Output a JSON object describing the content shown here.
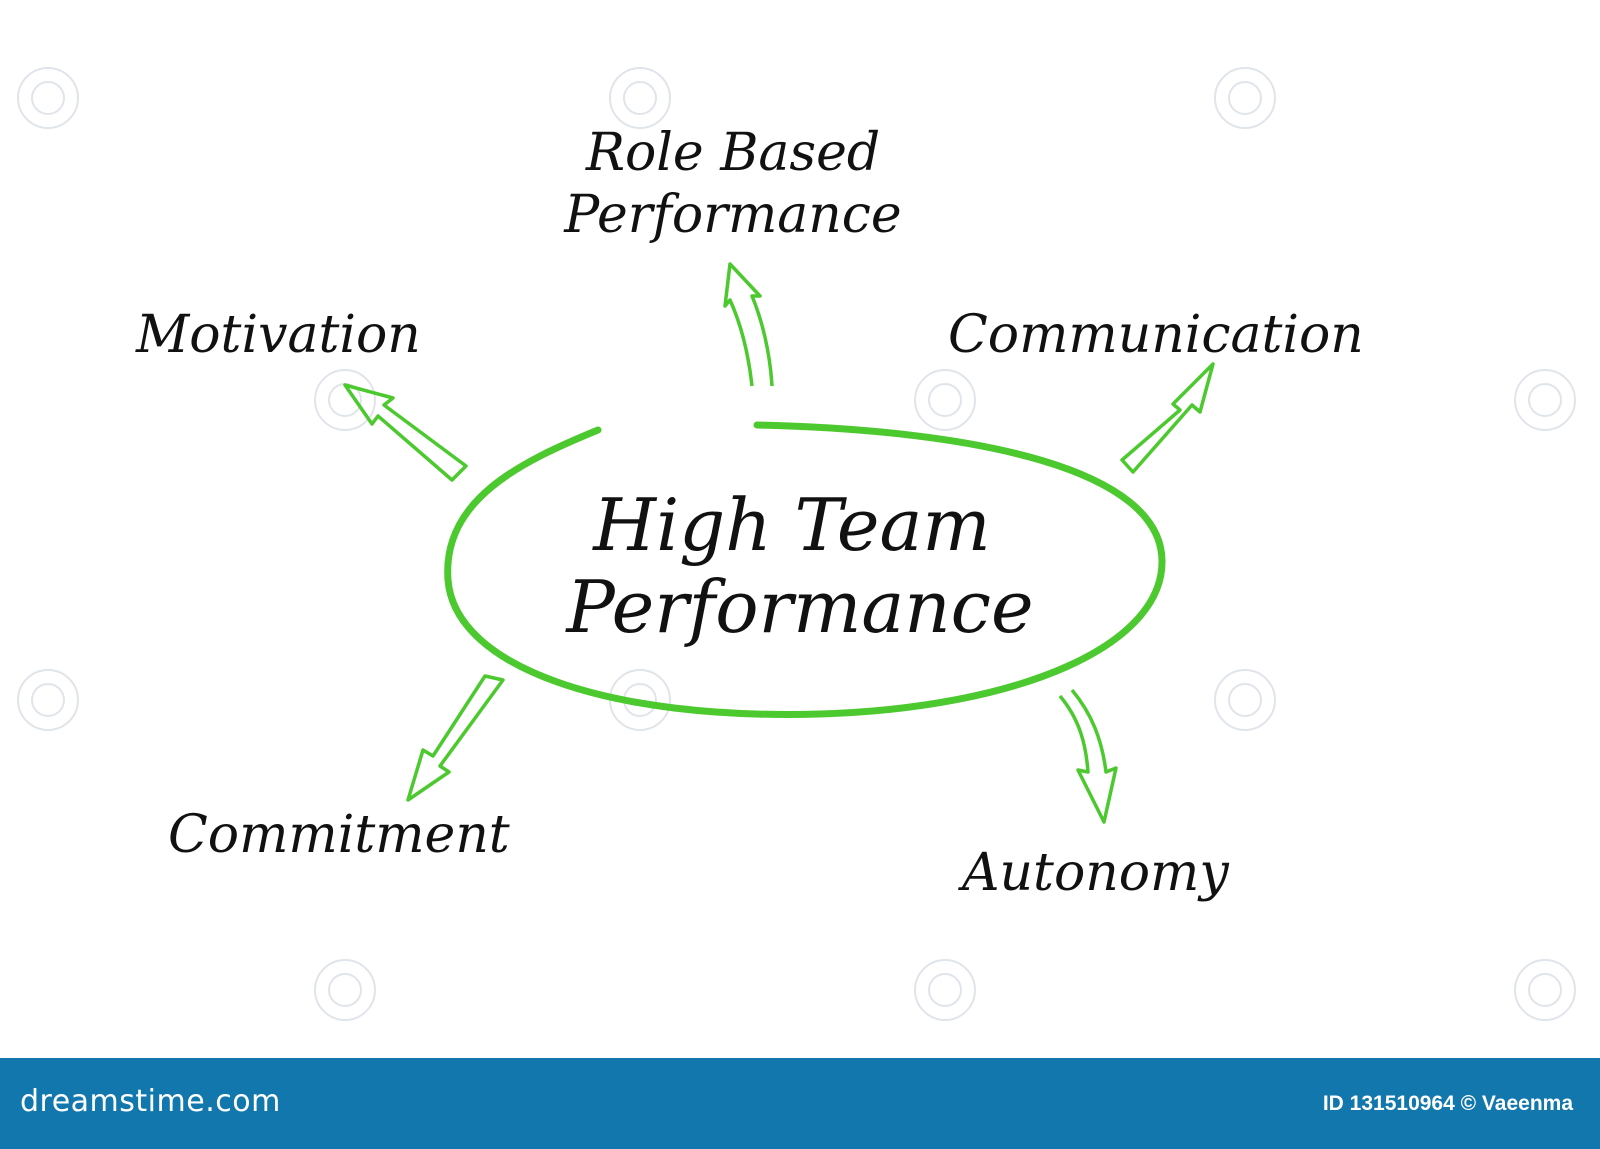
{
  "diagram": {
    "center": {
      "line1": "High Team",
      "line2": "Performance"
    },
    "nodes": {
      "role_based": {
        "line1": "Role Based",
        "line2": "Performance"
      },
      "motivation": {
        "label": "Motivation"
      },
      "communication": {
        "label": "Communication"
      },
      "commitment": {
        "label": "Commitment"
      },
      "autonomy": {
        "label": "Autonomy"
      }
    },
    "colors": {
      "accent": "#4cc92e",
      "text": "#111111",
      "footer": "#1277ad"
    }
  },
  "footer": {
    "logo": "dreamstime.com",
    "credit": "ID 131510964 © Vaeenma"
  }
}
